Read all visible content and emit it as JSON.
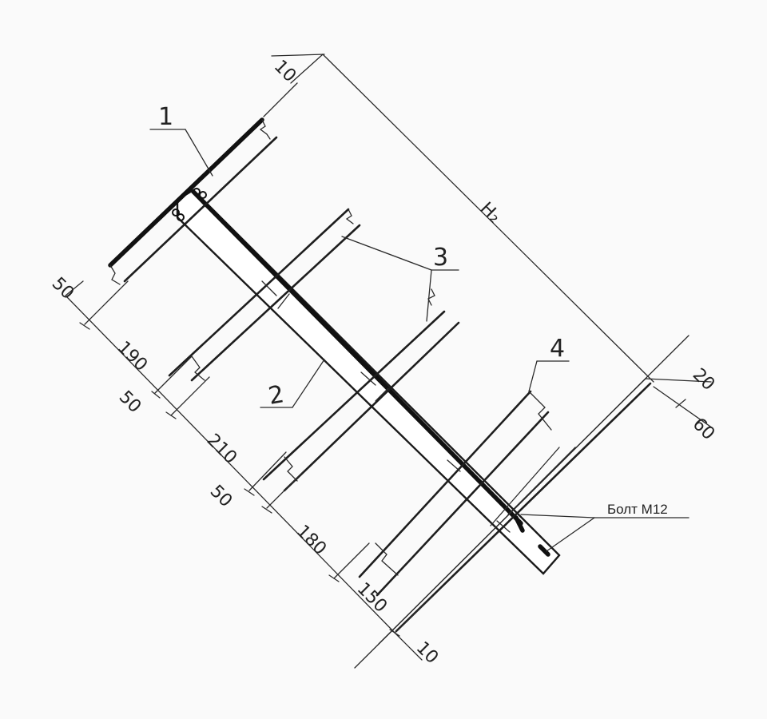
{
  "labels": {
    "item_1": "1",
    "item_2": "2",
    "item_3": "3",
    "item_4": "4",
    "height": "H₂",
    "bolt": "Болт М12"
  },
  "dimensions": {
    "top_offset": "10",
    "bottom_offset": "10",
    "right_a": "20",
    "right_b": "60",
    "left": [
      "50",
      "190",
      "50",
      "210",
      "50",
      "180",
      "150"
    ]
  }
}
